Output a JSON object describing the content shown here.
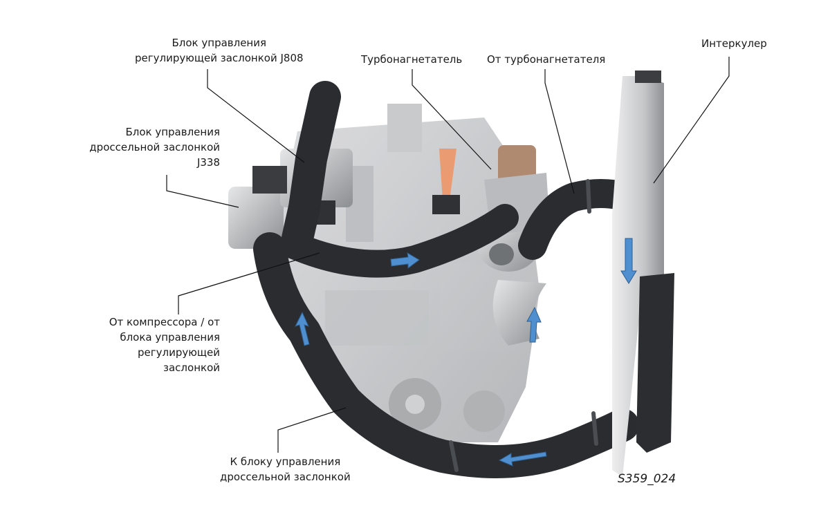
{
  "labels": {
    "j808": [
      "Блок управления",
      "регулирующей заслонкой J808"
    ],
    "turbo": "Турбонагнетатель",
    "from_turbo": "От турбонагнетателя",
    "intercooler": "Интеркулер",
    "j338": [
      "Блок управления",
      "дроссельной заслонкой",
      "J338"
    ],
    "from_compressor": [
      "От компрессора / от",
      "блока управления",
      "регулирующей",
      "заслонкой"
    ],
    "to_throttle": [
      "К блоку управления",
      "дроссельной заслонкой"
    ]
  },
  "figure_id": "S359_024",
  "colors": {
    "hose": "#2a2c30",
    "engine": "#c9cbcd",
    "arrow": "#4f8fcf",
    "intercooler": "#d8d9db",
    "metal": "#a9acaf"
  },
  "flow_arrows": 5
}
